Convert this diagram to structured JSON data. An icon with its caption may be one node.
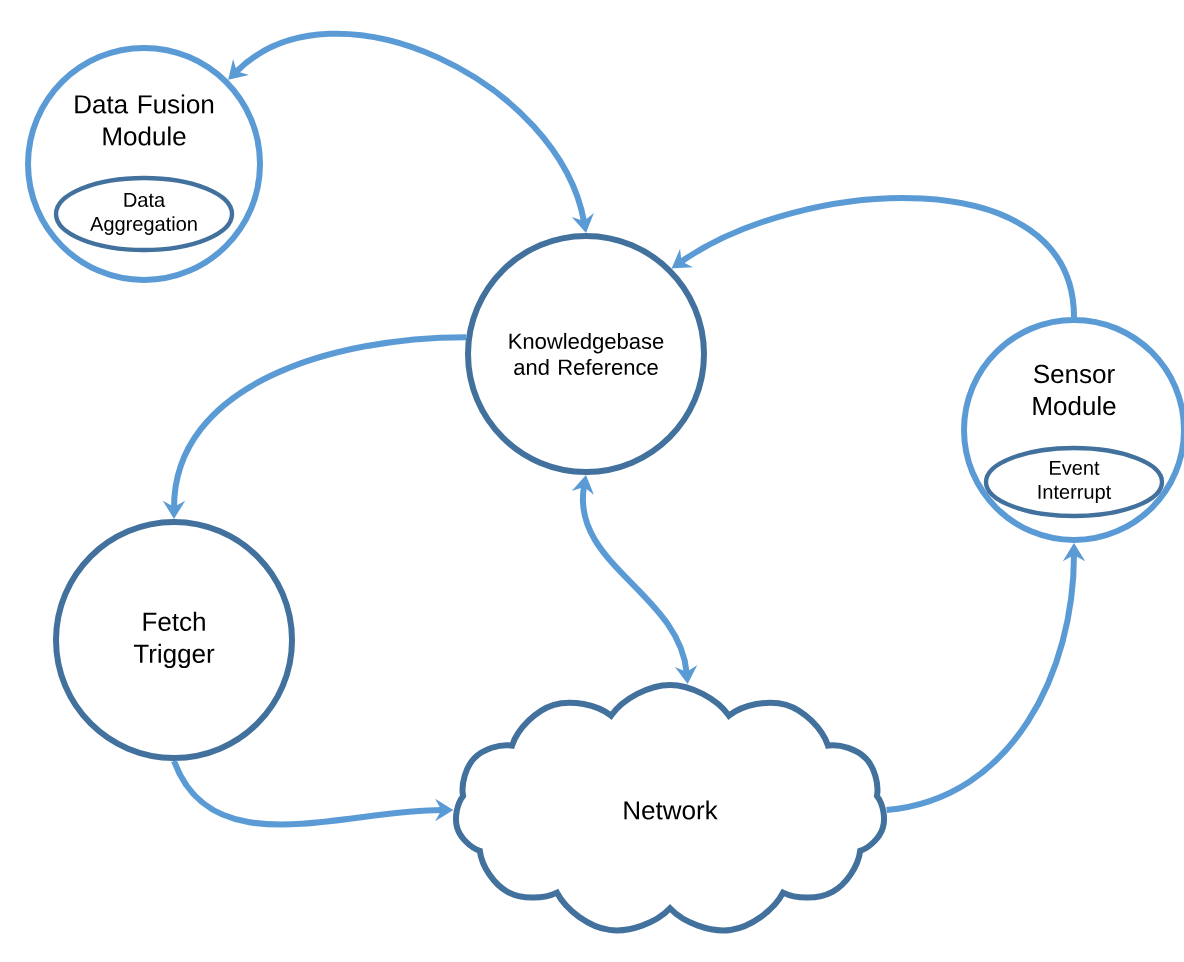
{
  "diagram": {
    "nodes": [
      {
        "text": [
          "Data Fusion Module"
        ]
      },
      {
        "text": [
          "Data Aggregation"
        ],
        "in": 0
      },
      {
        "text": [
          "Knowledgebase and Reference"
        ]
      },
      {
        "text": [
          "Sensor Module"
        ]
      },
      {
        "text": [
          "Event Interrupt"
        ],
        "in": 3
      },
      {
        "text": [
          "Fetch Trigger"
        ]
      },
      {
        "text": [
          "Network"
        ]
      }
    ],
    "edges": [
      {
        "from": 2,
        "to": 0,
        "arrow": "both"
      },
      {
        "from": 3,
        "to": 2,
        "arrow": "to"
      },
      {
        "from": 2,
        "to": 5,
        "arrow": "to"
      },
      {
        "from": 2,
        "to": 6,
        "arrow": "both"
      },
      {
        "from": 5,
        "to": 6,
        "arrow": "to"
      },
      {
        "from": 6,
        "to": 3,
        "arrow": "to"
      }
    ]
  }
}
